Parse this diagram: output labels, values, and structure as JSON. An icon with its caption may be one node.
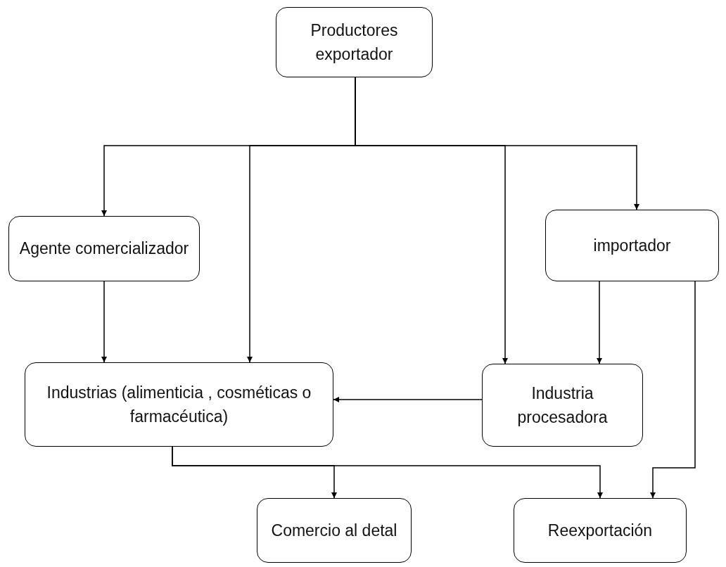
{
  "diagram": {
    "nodes": [
      {
        "text": [
          "Productores exportador"
        ]
      },
      {
        "text": [
          "Agente comercializador"
        ]
      },
      {
        "text": [
          "importador"
        ]
      },
      {
        "text": [
          "Industrias (alimenticia , cosméticas o farmacéutica)"
        ]
      },
      {
        "text": [
          "Industria procesadora"
        ]
      },
      {
        "text": [
          "Comercio al detal"
        ]
      },
      {
        "text": [
          "Reexportación"
        ]
      }
    ],
    "edges": [
      {
        "from": 0,
        "to": 1,
        "arrow": "to"
      },
      {
        "from": 0,
        "to": 3,
        "arrow": "to"
      },
      {
        "from": 0,
        "to": 4,
        "arrow": "to"
      },
      {
        "from": 0,
        "to": 2,
        "arrow": "to"
      },
      {
        "from": 1,
        "to": 3,
        "arrow": "to"
      },
      {
        "from": 2,
        "to": 4,
        "arrow": "to"
      },
      {
        "from": 4,
        "to": 3,
        "arrow": "to"
      },
      {
        "from": 2,
        "to": 6,
        "arrow": "to"
      },
      {
        "from": 3,
        "to": 5,
        "arrow": "to"
      },
      {
        "from": 3,
        "to": 6,
        "arrow": "to"
      }
    ]
  }
}
